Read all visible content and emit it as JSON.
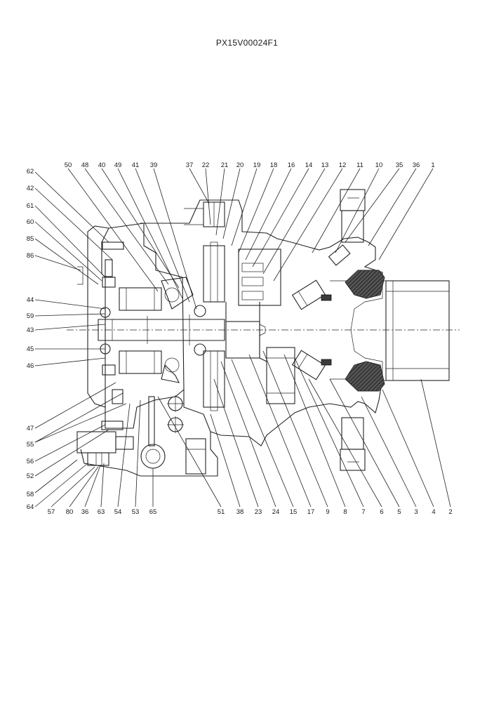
{
  "drawing_code": "PX15V00024F1",
  "callouts": {
    "top": [
      "37",
      "22",
      "21",
      "20",
      "19",
      "18",
      "16",
      "14",
      "13",
      "12",
      "11",
      "10",
      "35",
      "36",
      "1"
    ],
    "top_left": [
      "50",
      "48",
      "40",
      "49",
      "41",
      "39"
    ],
    "left": [
      "62",
      "42",
      "61",
      "60",
      "85",
      "86",
      "44",
      "59",
      "43",
      "45",
      "46",
      "47",
      "55",
      "56",
      "52",
      "58",
      "64"
    ],
    "bottom": [
      "57",
      "80",
      "36",
      "63",
      "54",
      "53",
      "65",
      "51",
      "38",
      "23",
      "24",
      "15",
      "17",
      "9",
      "8",
      "7",
      "6",
      "5",
      "3",
      "4",
      "2"
    ]
  }
}
